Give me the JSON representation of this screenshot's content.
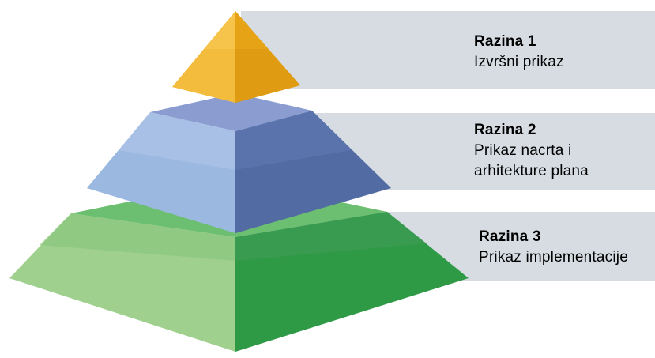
{
  "levels": [
    {
      "title": "Razina 1",
      "description": "Izvršni prikaz",
      "color": "#f2b01e"
    },
    {
      "title": "Razina 2",
      "description": "Prikaz nacrta i\narhitekture plana",
      "color": "#7a90c6"
    },
    {
      "title": "Razina 3",
      "description": "Prikaz implementacije",
      "color": "#3fa64f"
    }
  ],
  "label_panel_color": "#d6dce2"
}
